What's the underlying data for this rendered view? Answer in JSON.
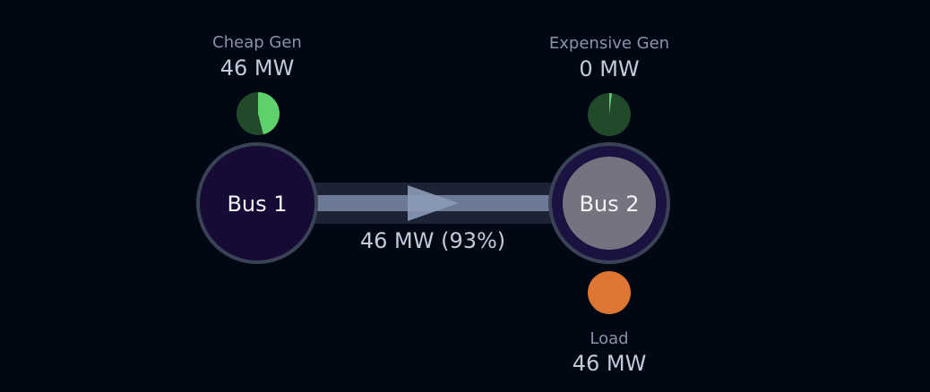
{
  "buses": [
    {
      "name": "Bus 1"
    },
    {
      "name": "Bus 2"
    }
  ],
  "generators": [
    {
      "name": "Cheap Gen",
      "output": "46 MW",
      "utilization": 0.46
    },
    {
      "name": "Expensive Gen",
      "output": "0 MW",
      "utilization": 0.02
    }
  ],
  "load": {
    "name": "Load",
    "value": "46 MW"
  },
  "line": {
    "flow_label": "46 MW (93%)",
    "loading_pct": 93,
    "direction": "Bus 1 to Bus 2"
  },
  "colors": {
    "background": "#020714",
    "bus1_fill": "#160b34",
    "bus2_fill": "#747480",
    "bus_ring": "#3a4356",
    "bus2_outer": "#1a1240",
    "gen_dark": "#214a2a",
    "gen_light": "#5fd06b",
    "load": "#dd7632",
    "line": "#7a8aa8"
  }
}
